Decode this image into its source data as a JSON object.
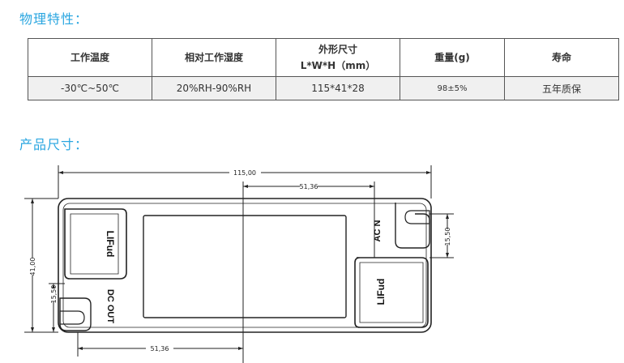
{
  "section1": {
    "title": "物理特性："
  },
  "table": {
    "headers": [
      "工作温度",
      "相对工作湿度",
      "外形尺寸",
      "重量(g)",
      "寿命"
    ],
    "header_sub": "L*W*H（mm）",
    "row": [
      "-30℃~50℃",
      "20%RH-90%RH",
      "115*41*28",
      "98±5%",
      "五年质保"
    ]
  },
  "section2": {
    "title": "产品尺寸："
  },
  "drawing": {
    "dim_length": "115,00",
    "dim_top_inner": "51,36",
    "dim_bottom_inner": "51,36",
    "dim_height": "41,00",
    "dim_left_small": "15,50",
    "dim_right_small": "15,50",
    "label_ac": "AC N",
    "label_dc": "DC OUT",
    "logo_left": "LIFud",
    "logo_right": "LIFud"
  }
}
